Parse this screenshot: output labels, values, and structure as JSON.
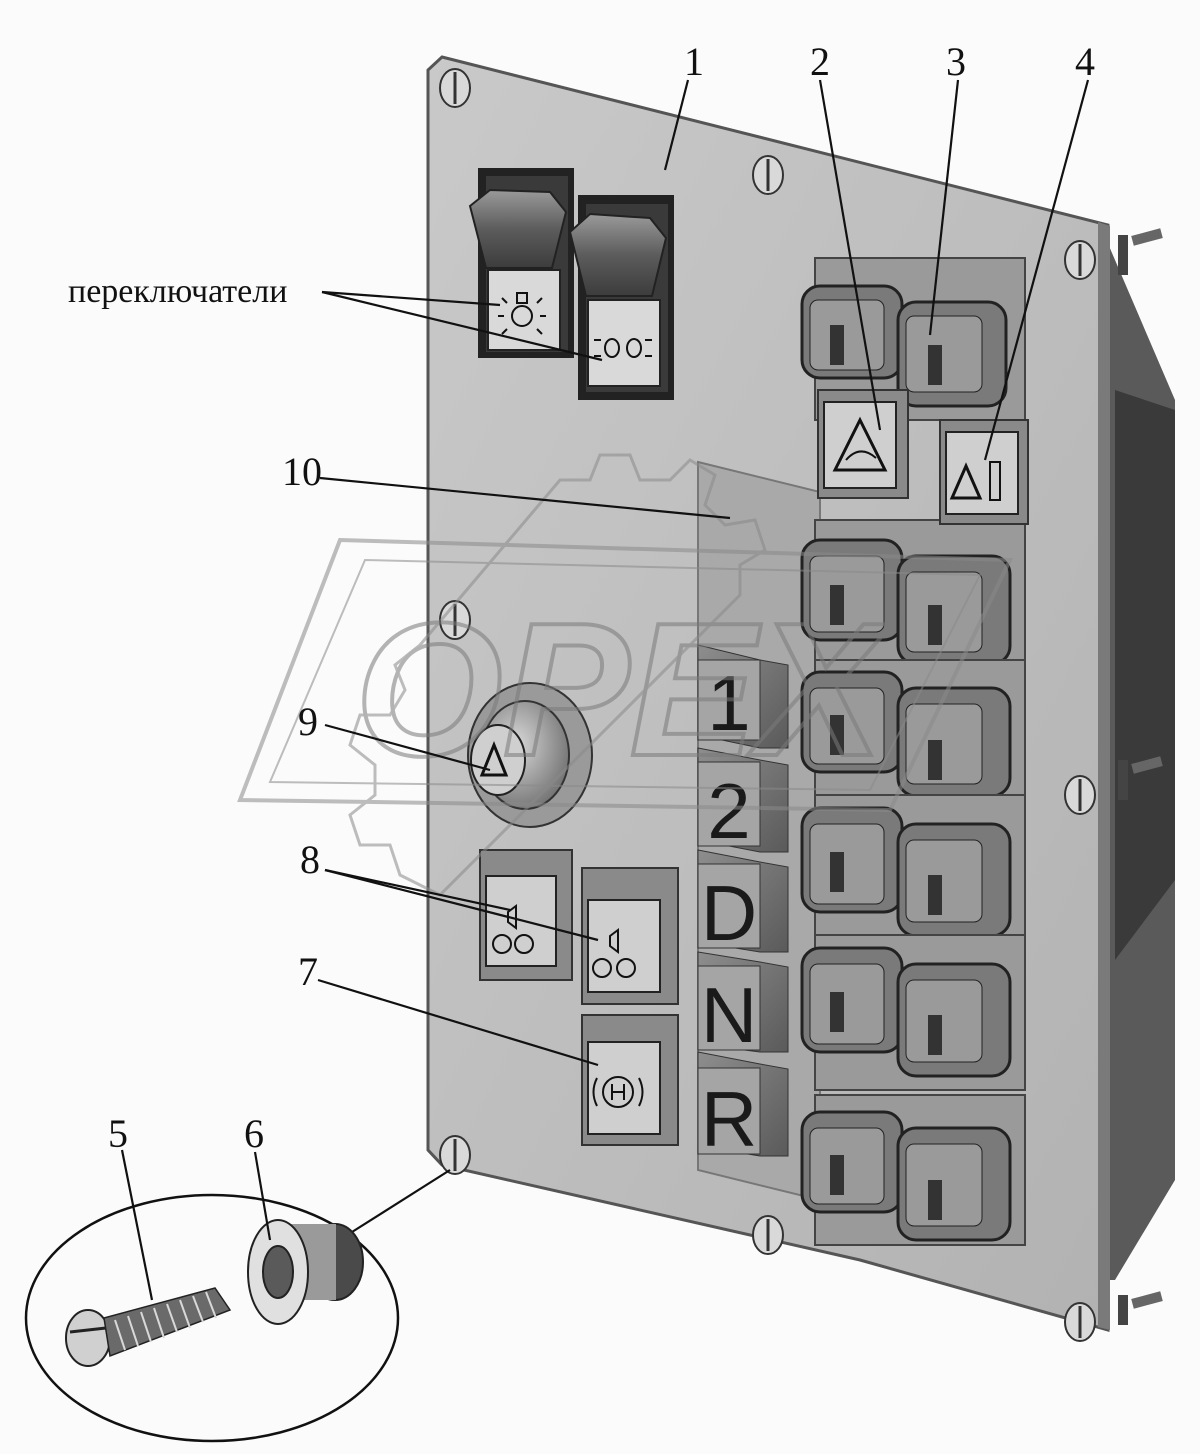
{
  "colors": {
    "background": "#fbfbfb",
    "panel": "#bdbdbd",
    "panel_edge": "#6e6e6e",
    "button_dark": "#4a4a4a",
    "button_face": "#b8b8b8",
    "watermark": "#8a8a8a"
  },
  "labels": {
    "switches": "переключатели"
  },
  "callouts": [
    "1",
    "2",
    "3",
    "4",
    "5",
    "6",
    "7",
    "8",
    "9",
    "10"
  ],
  "gear_selector": {
    "keys": [
      "1",
      "2",
      "D",
      "N",
      "R"
    ]
  },
  "icons": {
    "rocker_1": "lamp-icon",
    "rocker_2": "headlight-icon",
    "button_2": "wiper-warning-icon",
    "button_4": "hazard-triangle-icon",
    "button_7": "parking-brake-icon",
    "button_8": "horn-icon",
    "button_9": "hazard-triangle-icon"
  },
  "watermark": "OPEX"
}
